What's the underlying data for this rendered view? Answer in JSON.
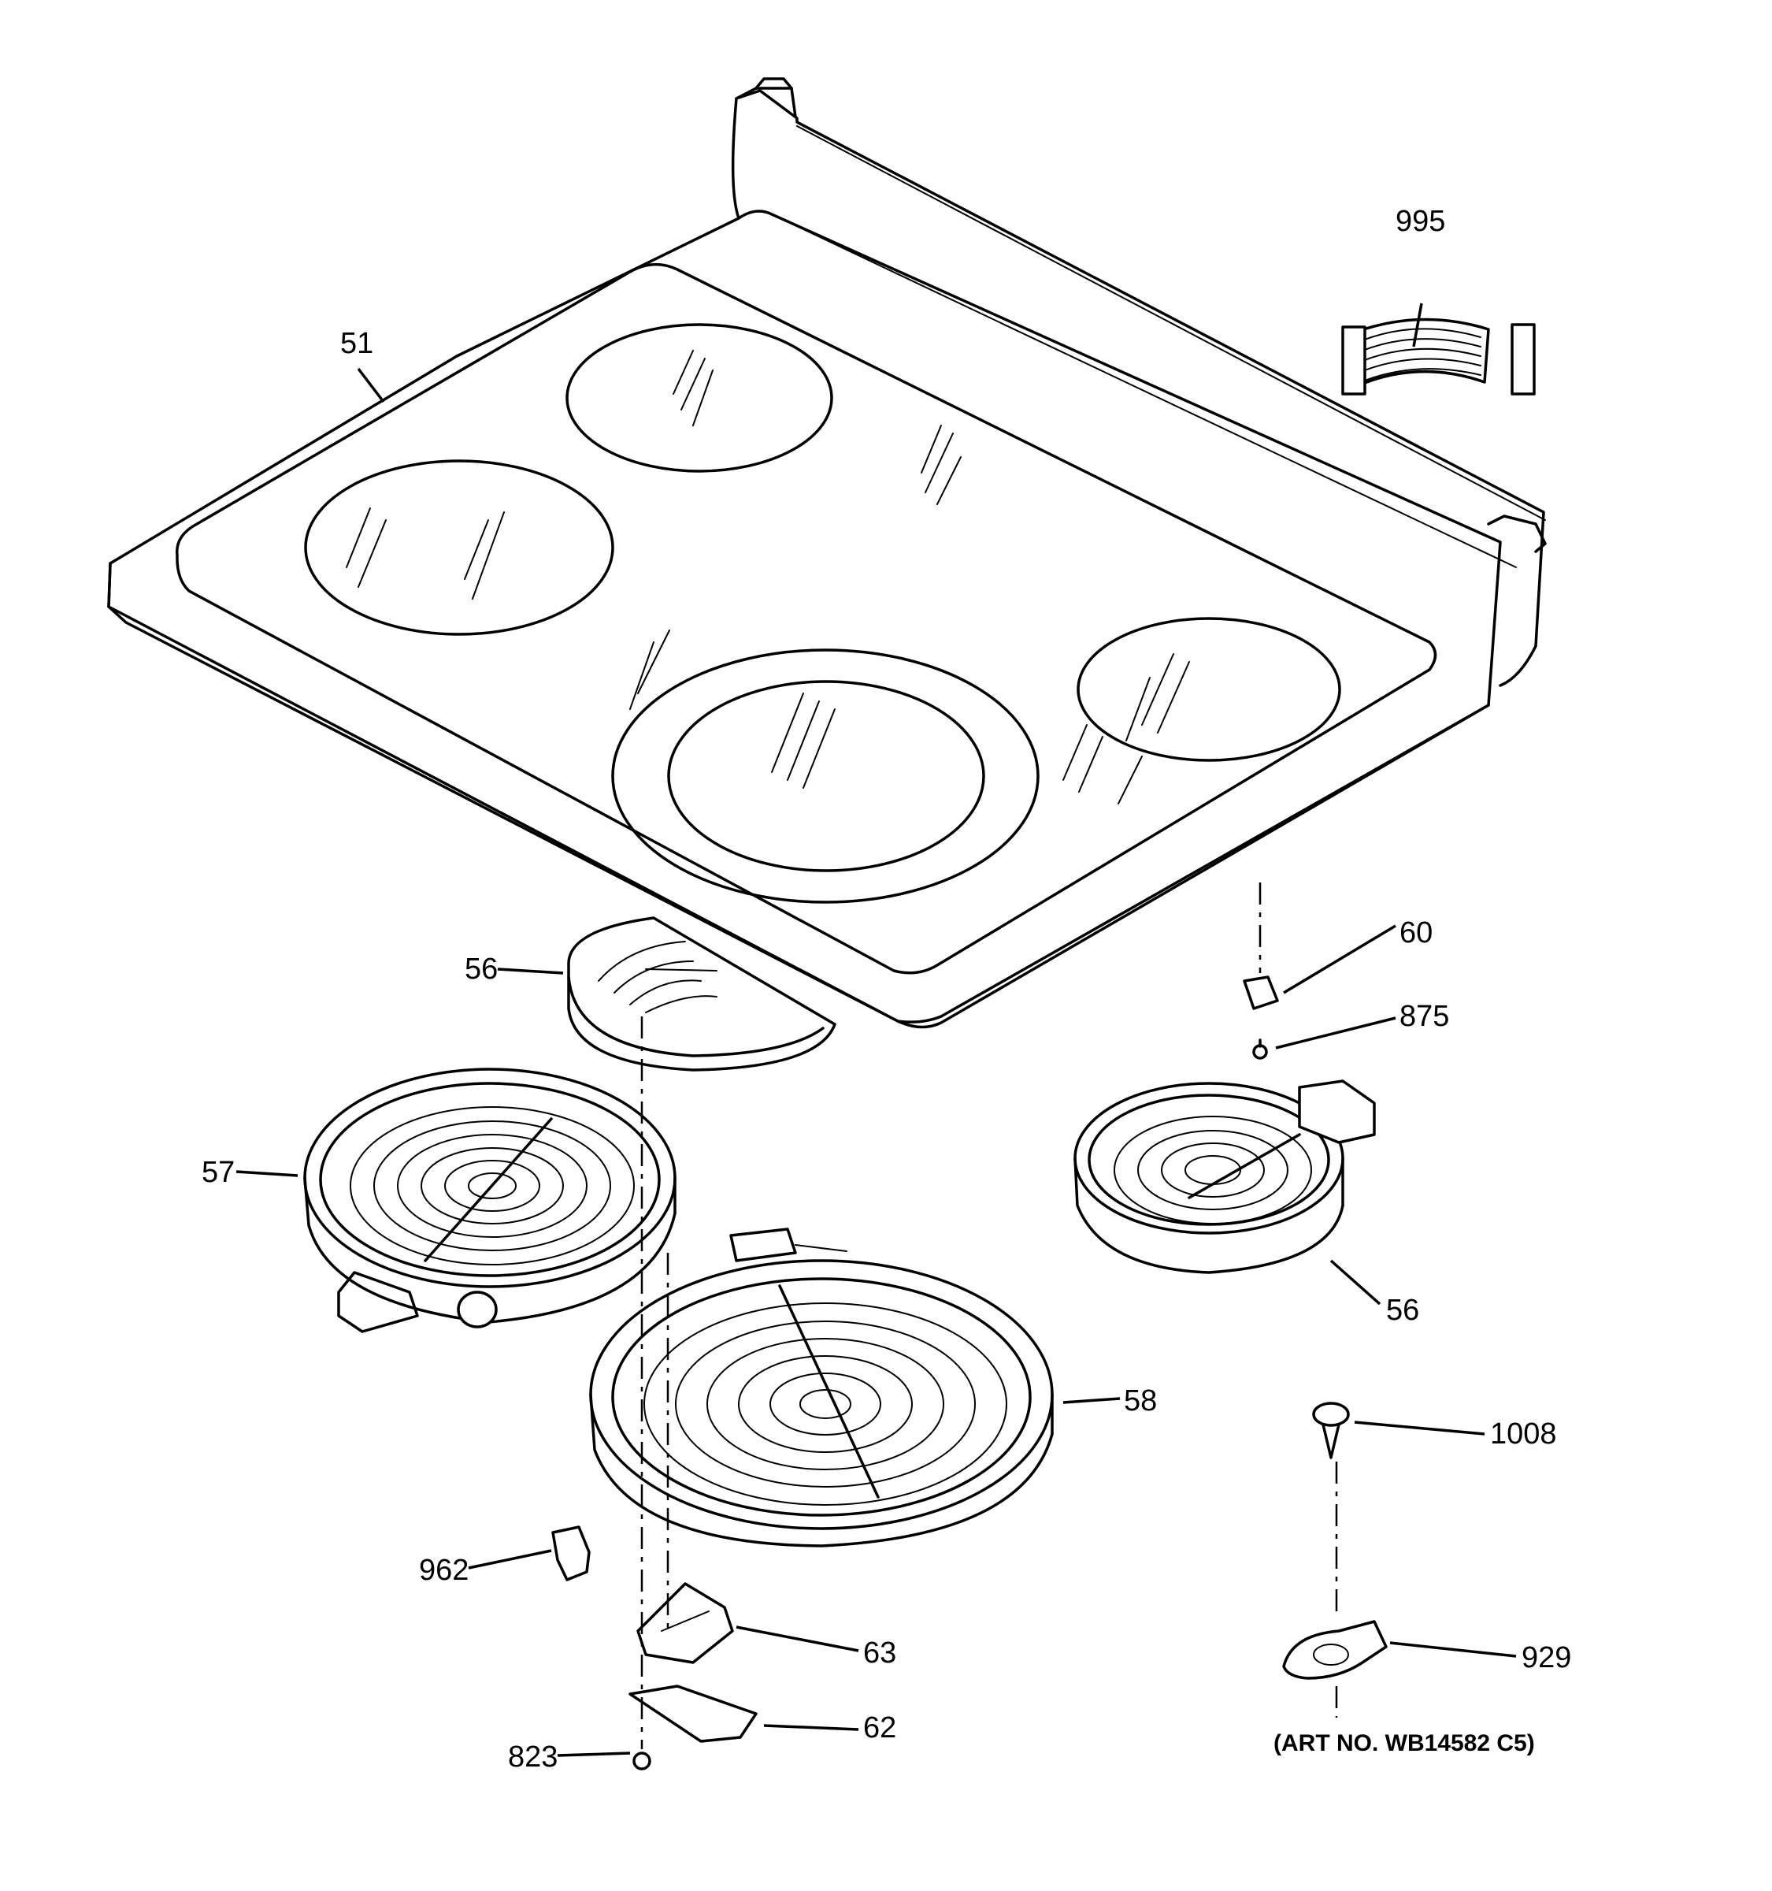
{
  "diagram": {
    "art_number": "(ART NO. WB14582 C5)",
    "labels": {
      "cooktop": "51",
      "wire_harness": "995",
      "small_element_left": "56",
      "small_element_right": "56",
      "radiant_element_57": "57",
      "large_element_58": "58",
      "part_60": "60",
      "screw_875": "875",
      "screw_1008": "1008",
      "clip_962": "962",
      "bracket_63": "63",
      "bracket_62": "62",
      "screw_823": "823",
      "hold_down_929": "929"
    }
  }
}
